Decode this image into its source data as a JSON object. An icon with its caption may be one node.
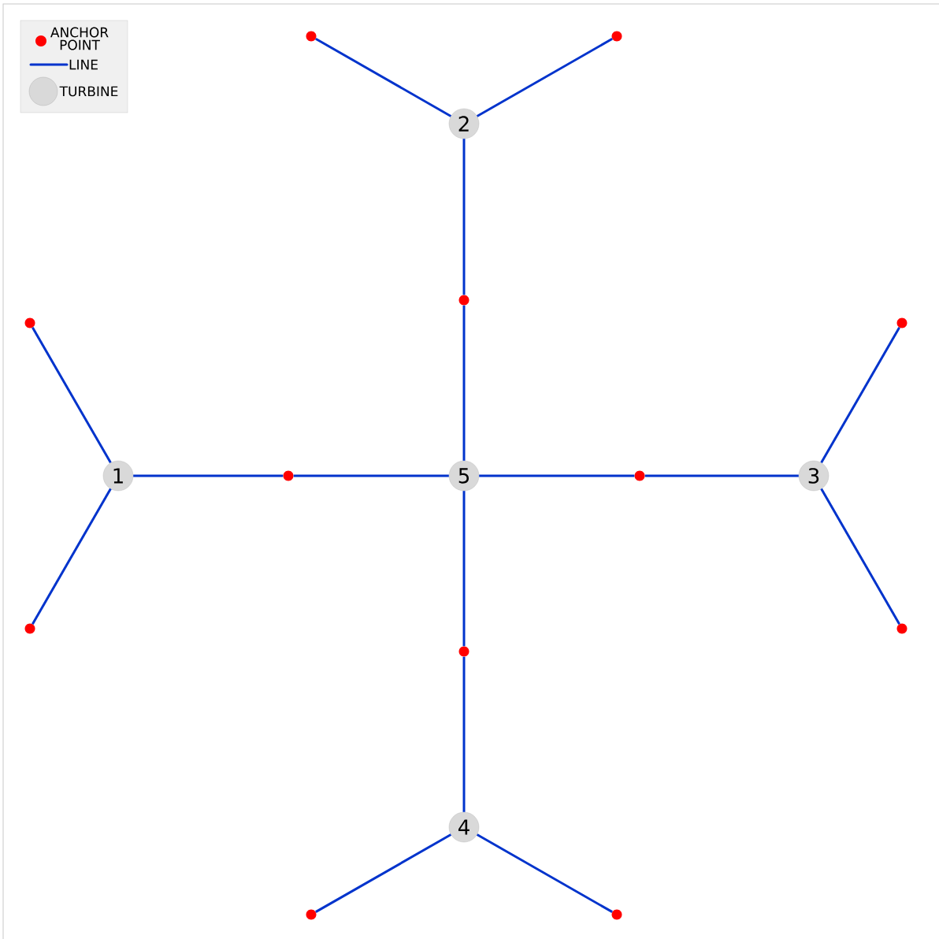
{
  "diagram": {
    "nodes": [
      {
        "text": [],
        "shape": "circle"
      },
      {
        "text": [],
        "shape": "circle"
      },
      {
        "text": [
          "2"
        ]
      },
      {
        "text": [],
        "shape": "circle"
      },
      {
        "text": [],
        "shape": "circle"
      },
      {
        "text": [],
        "shape": "circle"
      },
      {
        "text": [
          "1"
        ]
      },
      {
        "text": [],
        "shape": "circle"
      },
      {
        "text": [
          "5"
        ]
      },
      {
        "text": [],
        "shape": "circle"
      },
      {
        "text": [
          "3"
        ]
      },
      {
        "text": [],
        "shape": "circle"
      },
      {
        "text": [],
        "shape": "circle"
      },
      {
        "text": [],
        "shape": "circle"
      },
      {
        "text": [
          "4"
        ]
      },
      {
        "text": [],
        "shape": "circle"
      },
      {
        "text": [],
        "shape": "circle"
      }
    ],
    "edges": [
      {
        "from": 2,
        "to": 0,
        "arrow": "none"
      },
      {
        "from": 2,
        "to": 1,
        "arrow": "none"
      },
      {
        "from": 2,
        "to": 3,
        "arrow": "none"
      },
      {
        "from": 3,
        "to": 8,
        "arrow": "none"
      },
      {
        "from": 6,
        "to": 4,
        "arrow": "none"
      },
      {
        "from": 6,
        "to": 11,
        "arrow": "none"
      },
      {
        "from": 6,
        "to": 7,
        "arrow": "none"
      },
      {
        "from": 7,
        "to": 8,
        "arrow": "none"
      },
      {
        "from": 8,
        "to": 9,
        "arrow": "none"
      },
      {
        "from": 9,
        "to": 10,
        "arrow": "none"
      },
      {
        "from": 10,
        "to": 5,
        "arrow": "none"
      },
      {
        "from": 10,
        "to": 12,
        "arrow": "none"
      },
      {
        "from": 8,
        "to": 13,
        "arrow": "none"
      },
      {
        "from": 13,
        "to": 14,
        "arrow": "none"
      },
      {
        "from": 14,
        "to": 15,
        "arrow": "none"
      },
      {
        "from": 14,
        "to": 16,
        "arrow": "none"
      }
    ],
    "legend": [
      {
        "text": "ANCHOR POINT",
        "color": "#ff0000"
      },
      {
        "text": "LINE"
      },
      {
        "text": "TURBINE",
        "color": "#d9d9d9"
      }
    ]
  }
}
